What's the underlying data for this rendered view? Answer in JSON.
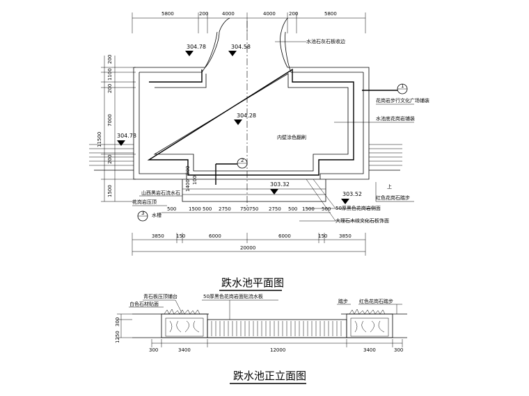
{
  "plan": {
    "title": "跌水池平面图",
    "top_dims": [
      "5800",
      "200",
      "4000",
      "4000",
      "200",
      "5800"
    ],
    "bottom_dims_row1": [
      "500",
      "1500",
      "500",
      "2750",
      "750",
      "750",
      "2750",
      "500",
      "1500",
      "500"
    ],
    "bottom_dims_row2": [
      "3850",
      "150",
      "6000",
      "6000",
      "150",
      "3850"
    ],
    "total_width": "20000",
    "left_dims": [
      "200",
      "1100",
      "200",
      "7000",
      "200",
      "1400",
      "100",
      "1500"
    ],
    "left_total": "11500",
    "levels": {
      "top_left": "304.78",
      "top_mid": "304.58",
      "center": "304.28",
      "left": "304.78",
      "bottom_mid": "303.32",
      "bottom_right": "303.52"
    },
    "notes": {
      "water_edge": "水池石灰石板收边",
      "granite_plaza": "花岗岩步行文化广场铺装",
      "pool_bottom": "水池底花岗岩铺装",
      "paint": "内壁涂色翻刷",
      "steps_left": "山西黑岩石流水石",
      "cap_stone": "花岗岩压顶",
      "water_trough": "水槽",
      "curb_right": "红色花岗石踏步",
      "panel_50": "50厚黑色花岗岩侧面",
      "cultural_stone": "大理石木纹文化石板饰面"
    },
    "callouts": {
      "c1": "1",
      "c2": "2",
      "c3": "3"
    },
    "side_label": "上"
  },
  "elevation": {
    "title": "跌水池正立面图",
    "notes": {
      "left_top": "青石板压顶铺台",
      "left_mid": "白色石材贴面",
      "mid": "50厚黑色花岗岩面贴流水板",
      "right_a": "踏步",
      "right_b": "红色花岗石踏步"
    },
    "dims": [
      "300",
      "3400",
      "12000",
      "3400",
      "300"
    ],
    "heights": [
      "300",
      "1250"
    ]
  }
}
